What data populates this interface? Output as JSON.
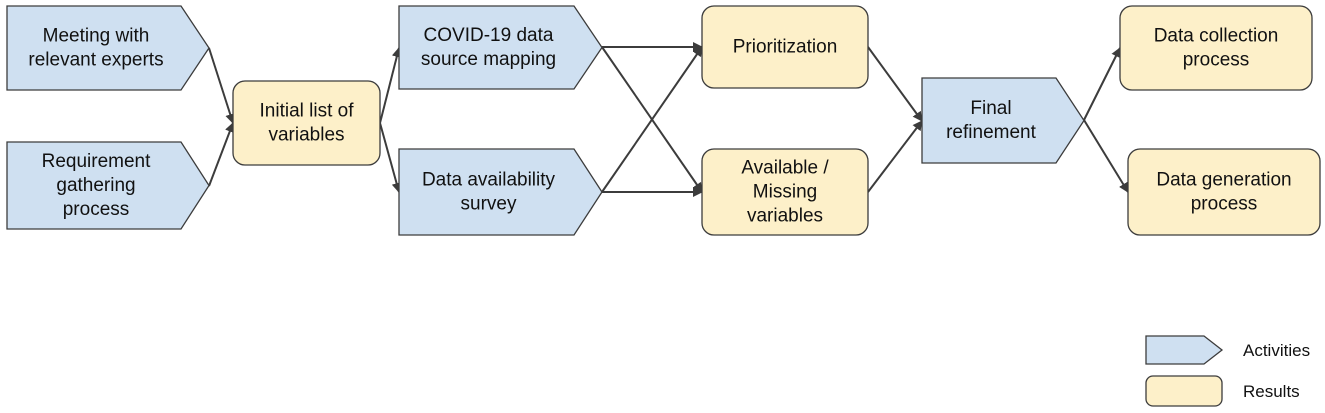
{
  "colors": {
    "activity_fill": "#cfe0f1",
    "result_fill": "#fdf0c9",
    "stroke": "#3c3c3c"
  },
  "nodes": {
    "meeting": {
      "kind": "activity",
      "lines": [
        "Meeting with",
        "relevant experts"
      ]
    },
    "requirement": {
      "kind": "activity",
      "lines": [
        "Requirement",
        "gathering",
        "process"
      ]
    },
    "initial_list": {
      "kind": "result",
      "lines": [
        "Initial list of",
        "variables"
      ]
    },
    "covid_mapping": {
      "kind": "activity",
      "lines": [
        "COVID-19 data",
        "source mapping"
      ]
    },
    "data_survey": {
      "kind": "activity",
      "lines": [
        "Data availability",
        "survey"
      ]
    },
    "prioritization": {
      "kind": "result",
      "lines": [
        "Prioritization"
      ]
    },
    "available_missing": {
      "kind": "result",
      "lines": [
        "Available /",
        "Missing",
        "variables"
      ]
    },
    "final_refinement": {
      "kind": "activity",
      "lines": [
        "Final",
        "refinement"
      ]
    },
    "data_collection": {
      "kind": "result",
      "lines": [
        "Data collection",
        "process"
      ]
    },
    "data_generation": {
      "kind": "result",
      "lines": [
        "Data generation",
        "process"
      ]
    }
  },
  "edges": [
    [
      "meeting",
      "initial_list"
    ],
    [
      "requirement",
      "initial_list"
    ],
    [
      "initial_list",
      "covid_mapping"
    ],
    [
      "initial_list",
      "data_survey"
    ],
    [
      "covid_mapping",
      "prioritization"
    ],
    [
      "covid_mapping",
      "available_missing"
    ],
    [
      "data_survey",
      "prioritization"
    ],
    [
      "data_survey",
      "available_missing"
    ],
    [
      "prioritization",
      "final_refinement"
    ],
    [
      "available_missing",
      "final_refinement"
    ],
    [
      "final_refinement",
      "data_collection"
    ],
    [
      "final_refinement",
      "data_generation"
    ]
  ],
  "legend": {
    "activities_label": "Activities",
    "results_label": "Results"
  }
}
